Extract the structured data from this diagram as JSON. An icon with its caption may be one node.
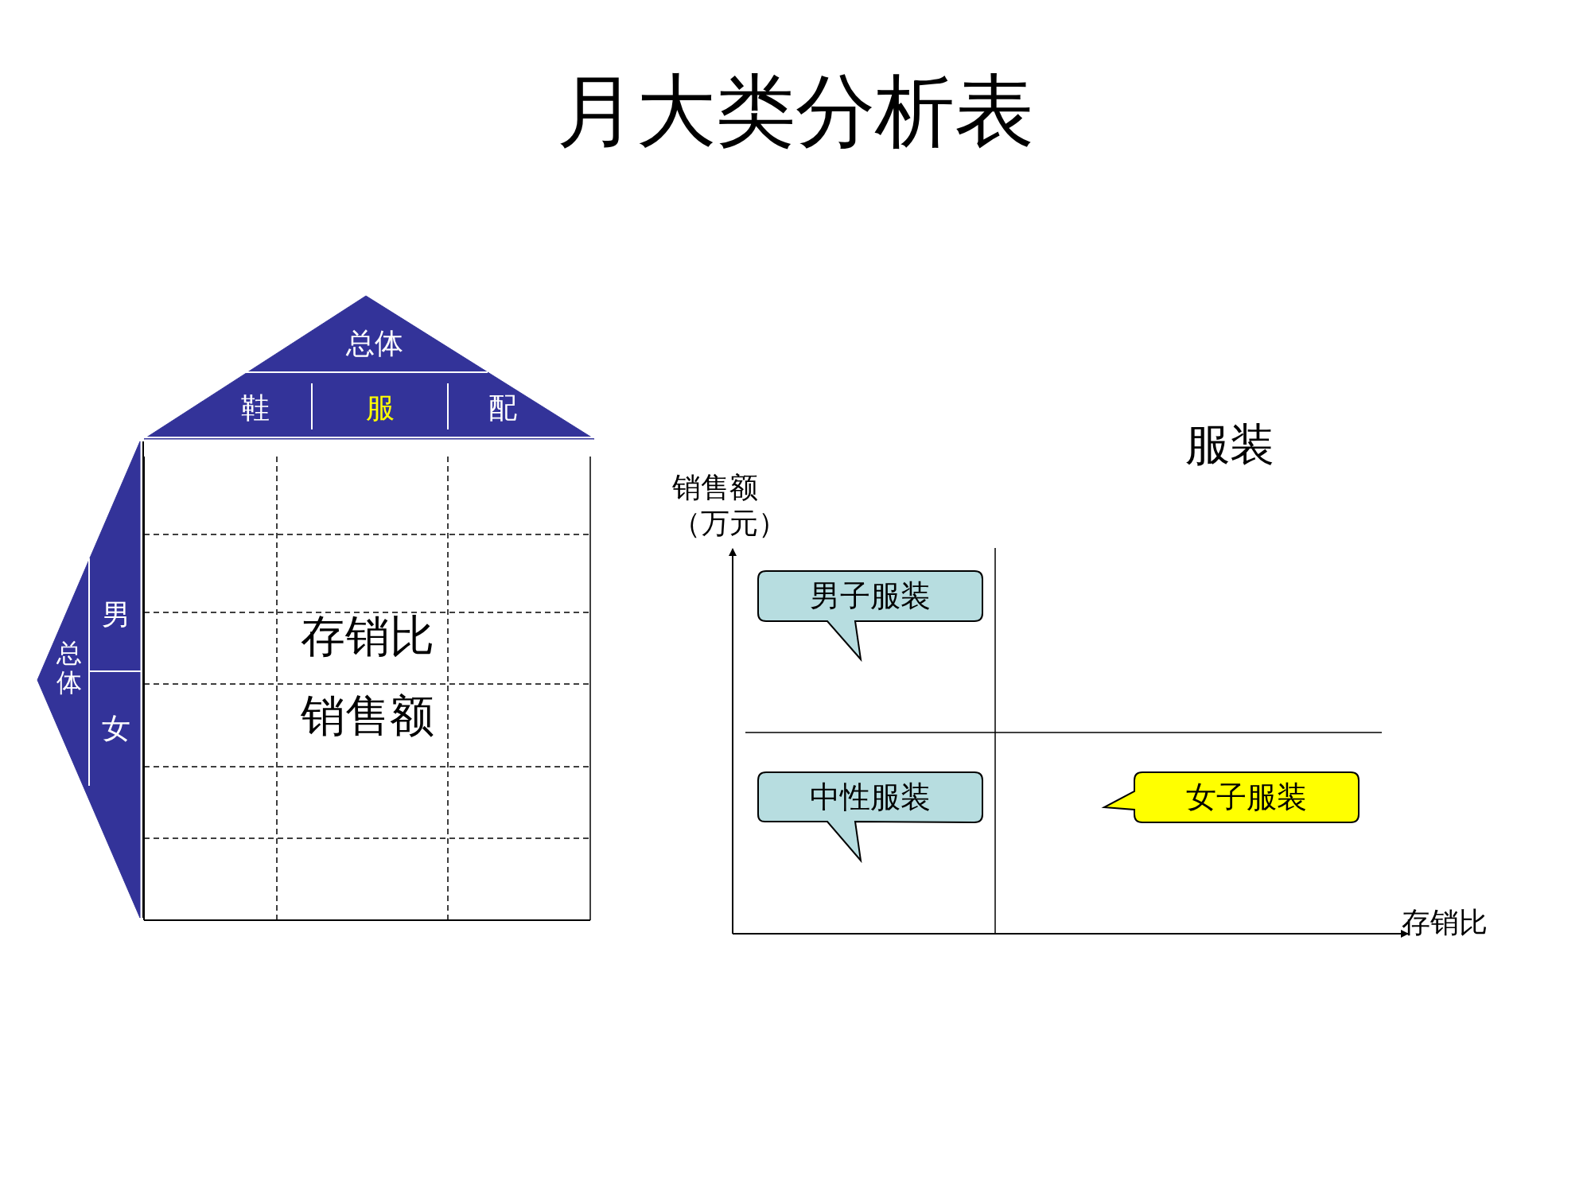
{
  "diagram": {
    "title": "月大类分析表",
    "nodes": [
      {
        "text": [
          "总体"
        ]
      },
      {
        "text": [
          "鞋"
        ],
        "in": 0
      },
      {
        "text": [
          "服"
        ],
        "in": 0
      },
      {
        "text": [
          "配"
        ],
        "in": 0
      },
      {
        "text": [
          "总体"
        ]
      },
      {
        "text": [
          "男"
        ],
        "in": 4
      },
      {
        "text": [
          "女"
        ],
        "in": 4
      },
      {
        "text": [
          "存销比",
          "销售额"
        ]
      },
      {
        "text": [
          "男子服装"
        ]
      },
      {
        "text": [
          "中性服装"
        ]
      },
      {
        "text": [
          "女子服装"
        ]
      }
    ],
    "edges": [],
    "labels": [
      "服装",
      "销售额（万元）",
      "存销比"
    ]
  }
}
